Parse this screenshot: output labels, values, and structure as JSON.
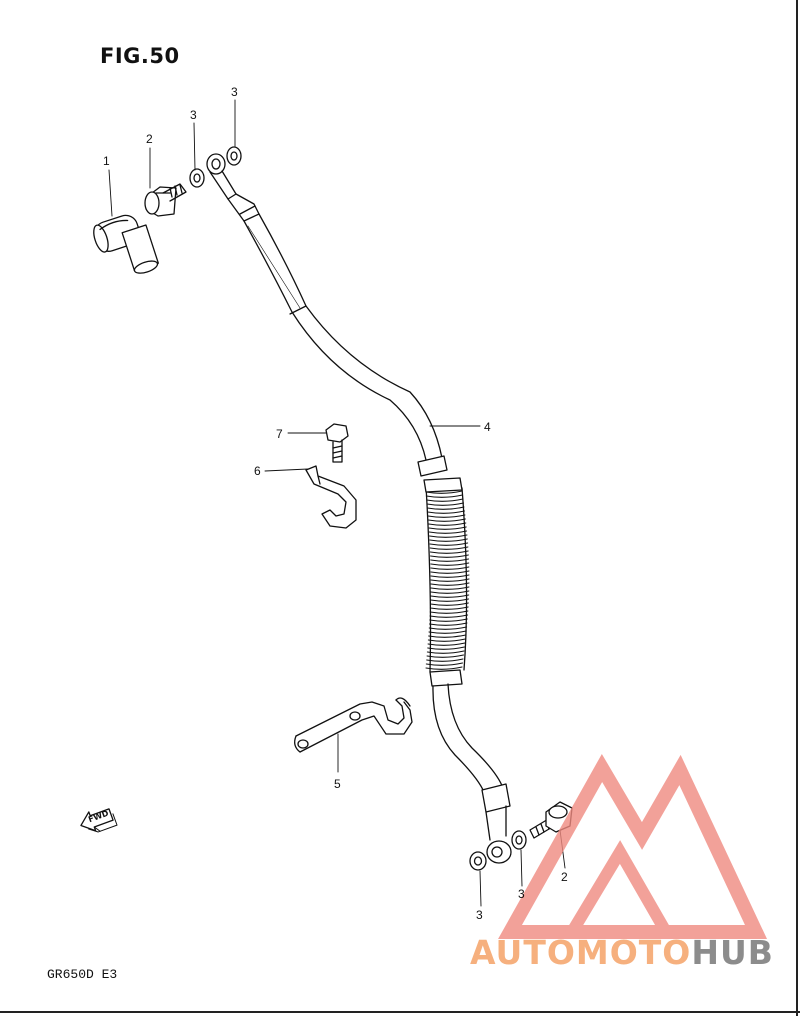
{
  "figure": {
    "title": "FIG.50",
    "model_code": "GR650D  E3"
  },
  "callouts": {
    "banjo_fitting": "1",
    "union_bolt_top": "2",
    "gasket_top_a": "3",
    "gasket_top_b": "3",
    "brake_hose": "4",
    "hose_clamp": "5",
    "hose_guide": "6",
    "guide_bolt": "7",
    "gasket_bottom_a": "3",
    "gasket_bottom_b": "3",
    "union_bolt_bottom": "2"
  },
  "direction_arrow": {
    "label": "FWD"
  },
  "watermark": {
    "text_part1": "AUTOMOTO",
    "text_part2": "HUB",
    "color_main": "#f6b07e",
    "color_second": "#8c8c8c",
    "logo_color": "#f08a80"
  },
  "colors": {
    "line": "#111111",
    "background": "#ffffff"
  }
}
